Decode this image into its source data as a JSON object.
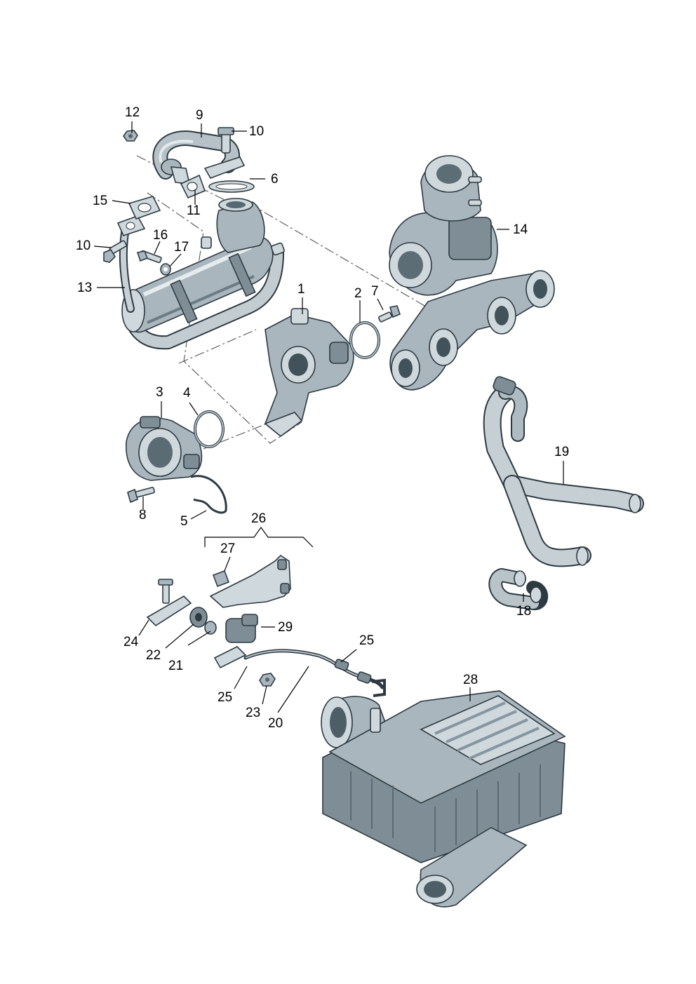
{
  "diagram": {
    "callouts": [
      {
        "id": "c1",
        "label": "1"
      },
      {
        "id": "c2",
        "label": "2"
      },
      {
        "id": "c3",
        "label": "3"
      },
      {
        "id": "c4",
        "label": "4"
      },
      {
        "id": "c5",
        "label": "5"
      },
      {
        "id": "c6",
        "label": "6"
      },
      {
        "id": "c7",
        "label": "7"
      },
      {
        "id": "c8",
        "label": "8"
      },
      {
        "id": "c9",
        "label": "9"
      },
      {
        "id": "c10a",
        "label": "10"
      },
      {
        "id": "c10b",
        "label": "10"
      },
      {
        "id": "c11",
        "label": "11"
      },
      {
        "id": "c12",
        "label": "12"
      },
      {
        "id": "c13",
        "label": "13"
      },
      {
        "id": "c14",
        "label": "14"
      },
      {
        "id": "c15",
        "label": "15"
      },
      {
        "id": "c16",
        "label": "16"
      },
      {
        "id": "c17",
        "label": "17"
      },
      {
        "id": "c18",
        "label": "18"
      },
      {
        "id": "c19",
        "label": "19"
      },
      {
        "id": "c20",
        "label": "20"
      },
      {
        "id": "c21",
        "label": "21"
      },
      {
        "id": "c22",
        "label": "22"
      },
      {
        "id": "c23",
        "label": "23"
      },
      {
        "id": "c24",
        "label": "24"
      },
      {
        "id": "c25a",
        "label": "25"
      },
      {
        "id": "c25b",
        "label": "25"
      },
      {
        "id": "c26",
        "label": "26"
      },
      {
        "id": "c27",
        "label": "27"
      },
      {
        "id": "c28",
        "label": "28"
      },
      {
        "id": "c29",
        "label": "29"
      }
    ]
  }
}
